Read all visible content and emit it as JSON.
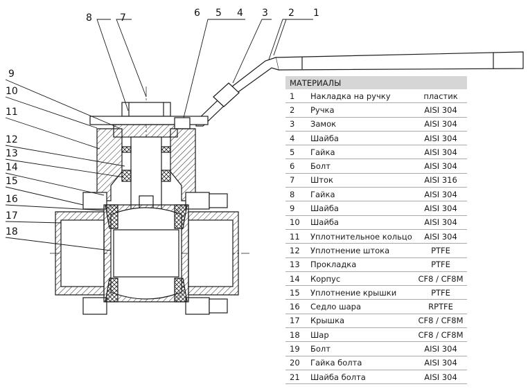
{
  "callouts": [
    "1",
    "2",
    "3",
    "4",
    "5",
    "6",
    "7",
    "8",
    "9",
    "10",
    "11",
    "12",
    "13",
    "14",
    "15",
    "16",
    "17",
    "18"
  ],
  "table": {
    "header": "МАТЕРИАЛЫ",
    "rows": [
      {
        "num": "1",
        "name": "Накладка на ручку",
        "material": "пластик"
      },
      {
        "num": "2",
        "name": "Ручка",
        "material": "AISI 304"
      },
      {
        "num": "3",
        "name": "Замок",
        "material": "AISI 304"
      },
      {
        "num": "4",
        "name": "Шайба",
        "material": "AISI 304"
      },
      {
        "num": "5",
        "name": "Гайка",
        "material": "AISI 304"
      },
      {
        "num": "6",
        "name": "Болт",
        "material": "AISI 304"
      },
      {
        "num": "7",
        "name": "Шток",
        "material": "AISI 316"
      },
      {
        "num": "8",
        "name": "Гайка",
        "material": "AISI 304"
      },
      {
        "num": "9",
        "name": "Шайба",
        "material": "AISI 304"
      },
      {
        "num": "10",
        "name": "Шайба",
        "material": "AISI 304"
      },
      {
        "num": "11",
        "name": "Уплотнительное кольцо",
        "material": "AISI 304"
      },
      {
        "num": "12",
        "name": "Уплотнение штока",
        "material": "PTFE"
      },
      {
        "num": "13",
        "name": "Прокладка",
        "material": "PTFE"
      },
      {
        "num": "14",
        "name": "Корпус",
        "material": "CF8 / CF8M"
      },
      {
        "num": "15",
        "name": "Уплотнение крышки",
        "material": "PTFE"
      },
      {
        "num": "16",
        "name": "Седло шара",
        "material": "RPTFE"
      },
      {
        "num": "17",
        "name": "Крышка",
        "material": "CF8 / CF8M"
      },
      {
        "num": "18",
        "name": "Шар",
        "material": "CF8 / CF8M"
      },
      {
        "num": "19",
        "name": "Болт",
        "material": "AISI 304"
      },
      {
        "num": "20",
        "name": "Гайка болта",
        "material": "AISI 304"
      },
      {
        "num": "21",
        "name": "Шайба болта",
        "material": "AISI 304"
      }
    ]
  }
}
